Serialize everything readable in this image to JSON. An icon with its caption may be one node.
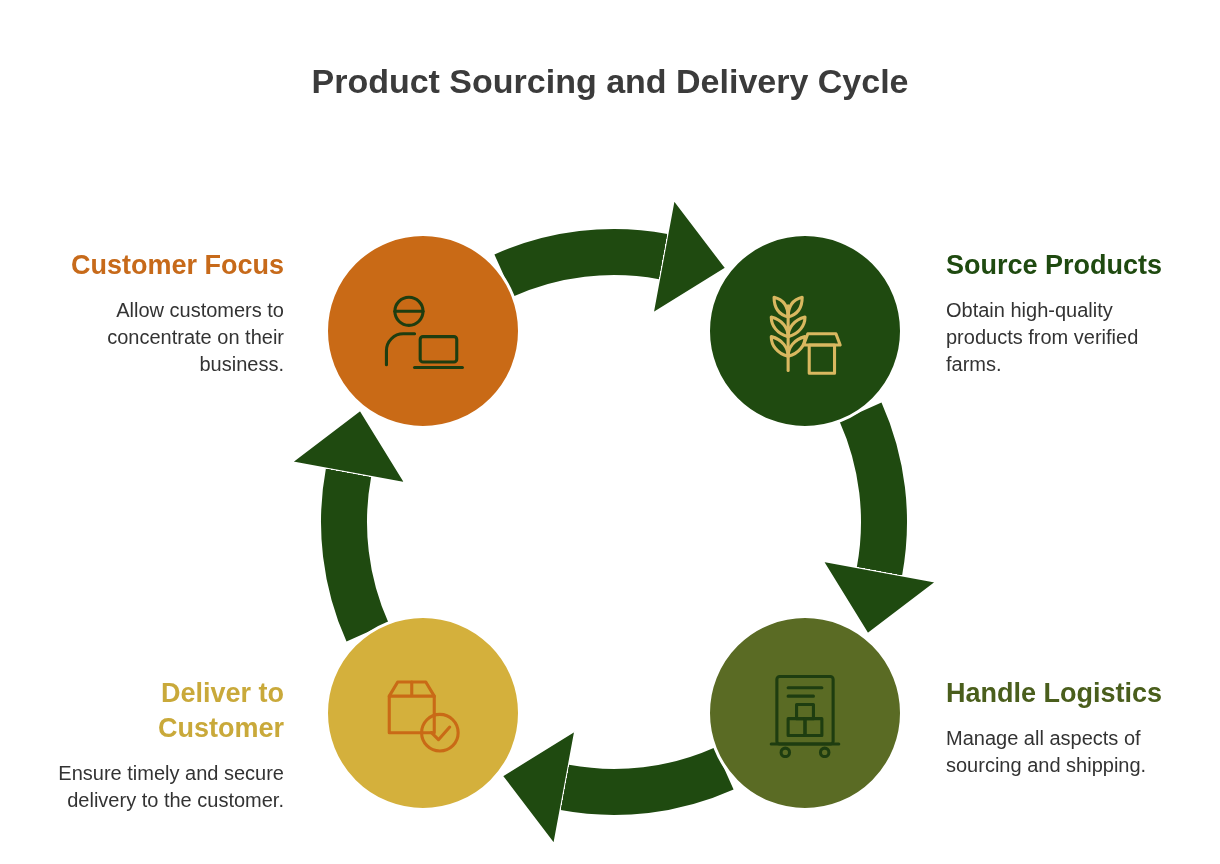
{
  "diagram": {
    "title": "Product Sourcing and Delivery Cycle",
    "nodes": [
      {
        "text": [],
        "shape": "circle",
        "beside": [
          "Customer Focus",
          "Allow customers to concentrate on their business."
        ]
      },
      {
        "text": [],
        "shape": "circle",
        "beside": [
          "Source Products",
          "Obtain high-quality products from verified farms."
        ]
      },
      {
        "text": [],
        "shape": "circle",
        "beside": [
          "Handle Logistics",
          "Manage all aspects of sourcing and shipping."
        ]
      },
      {
        "text": [],
        "shape": "circle",
        "beside": [
          "Deliver to Customer",
          "Ensure timely and secure delivery to the customer."
        ]
      }
    ],
    "edges": [
      {
        "from": 0,
        "to": 1,
        "arrow": "to"
      },
      {
        "from": 1,
        "to": 2,
        "arrow": "to"
      },
      {
        "from": 2,
        "to": 3,
        "arrow": "to"
      },
      {
        "from": 3,
        "to": 0,
        "arrow": "to"
      }
    ]
  }
}
